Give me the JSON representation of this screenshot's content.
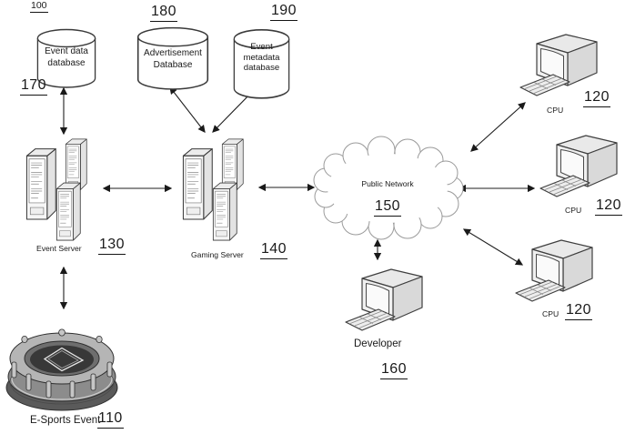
{
  "figure": {
    "ref_label": "100",
    "background": "#ffffff",
    "ink_color": "#1a1a1a",
    "nodes": {
      "event_data_db": {
        "icon": "database-cylinder-icon",
        "line1": "Event data",
        "line2": "database",
        "ref": "170"
      },
      "advertisement_db": {
        "icon": "database-cylinder-icon",
        "line1": "Advertisement",
        "line2": "Database",
        "ref": "180"
      },
      "event_metadata_db": {
        "icon": "database-cylinder-icon",
        "line1": "Event",
        "line2": "metadata",
        "line3": "database",
        "ref": "190"
      },
      "event_server": {
        "icon": "server-towers-icon",
        "label": "Event Server",
        "ref": "130"
      },
      "gaming_server": {
        "icon": "server-towers-icon",
        "label": "Gaming Server",
        "ref": "140"
      },
      "public_network": {
        "icon": "cloud-icon",
        "label": "Public Network",
        "ref": "150"
      },
      "cpu_top": {
        "icon": "computer-icon",
        "label": "CPU",
        "ref": "120"
      },
      "cpu_middle": {
        "icon": "computer-icon",
        "label": "CPU",
        "ref": "120"
      },
      "cpu_bottom": {
        "icon": "computer-icon",
        "label": "CPU",
        "ref": "120"
      },
      "developer": {
        "icon": "computer-icon",
        "label": "Developer",
        "ref": "160"
      },
      "esports_event": {
        "icon": "stadium-icon",
        "label": "E-Sports Event",
        "ref": "110"
      }
    },
    "connections": [
      "event_data_db <-> event_server",
      "advertisement_db <-> gaming_server",
      "event_metadata_db <-> gaming_server",
      "event_server <-> gaming_server",
      "gaming_server <-> public_network",
      "public_network <-> cpu_top",
      "public_network <-> cpu_middle",
      "public_network <-> cpu_bottom",
      "public_network <-> developer",
      "event_server <-> esports_event"
    ]
  }
}
